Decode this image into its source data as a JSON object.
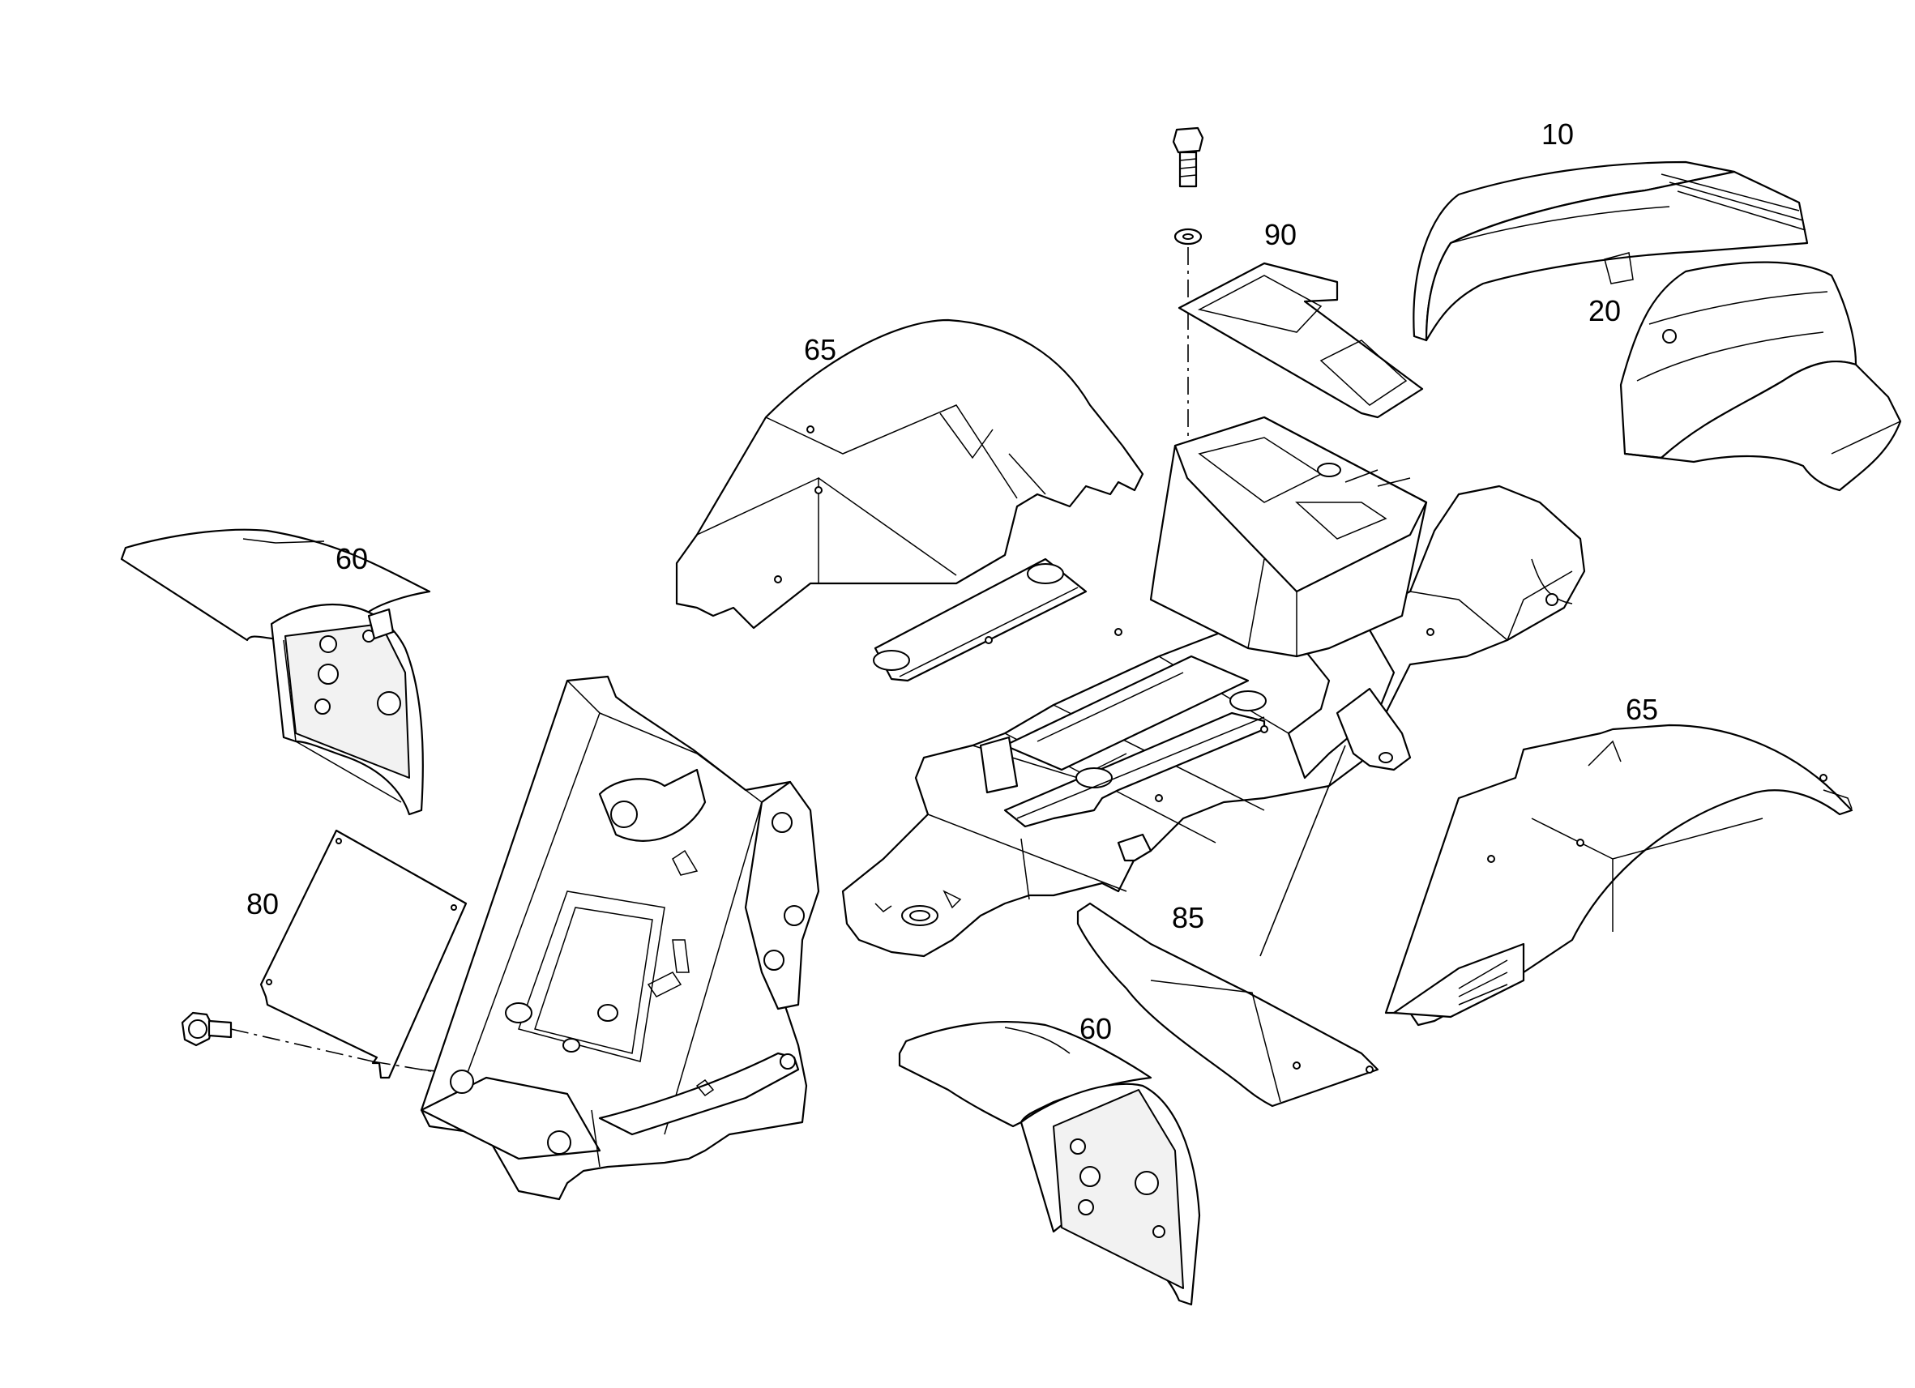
{
  "diagram": {
    "type": "exploded-parts-view",
    "line_color": "#000000",
    "background": "#ffffff"
  },
  "callouts": {
    "part_10": "10",
    "part_20": "20",
    "part_90": "90",
    "part_65_left": "65",
    "part_65_right": "65",
    "part_60_left": "60",
    "part_60_bottom": "60",
    "part_80": "80",
    "part_85": "85"
  }
}
